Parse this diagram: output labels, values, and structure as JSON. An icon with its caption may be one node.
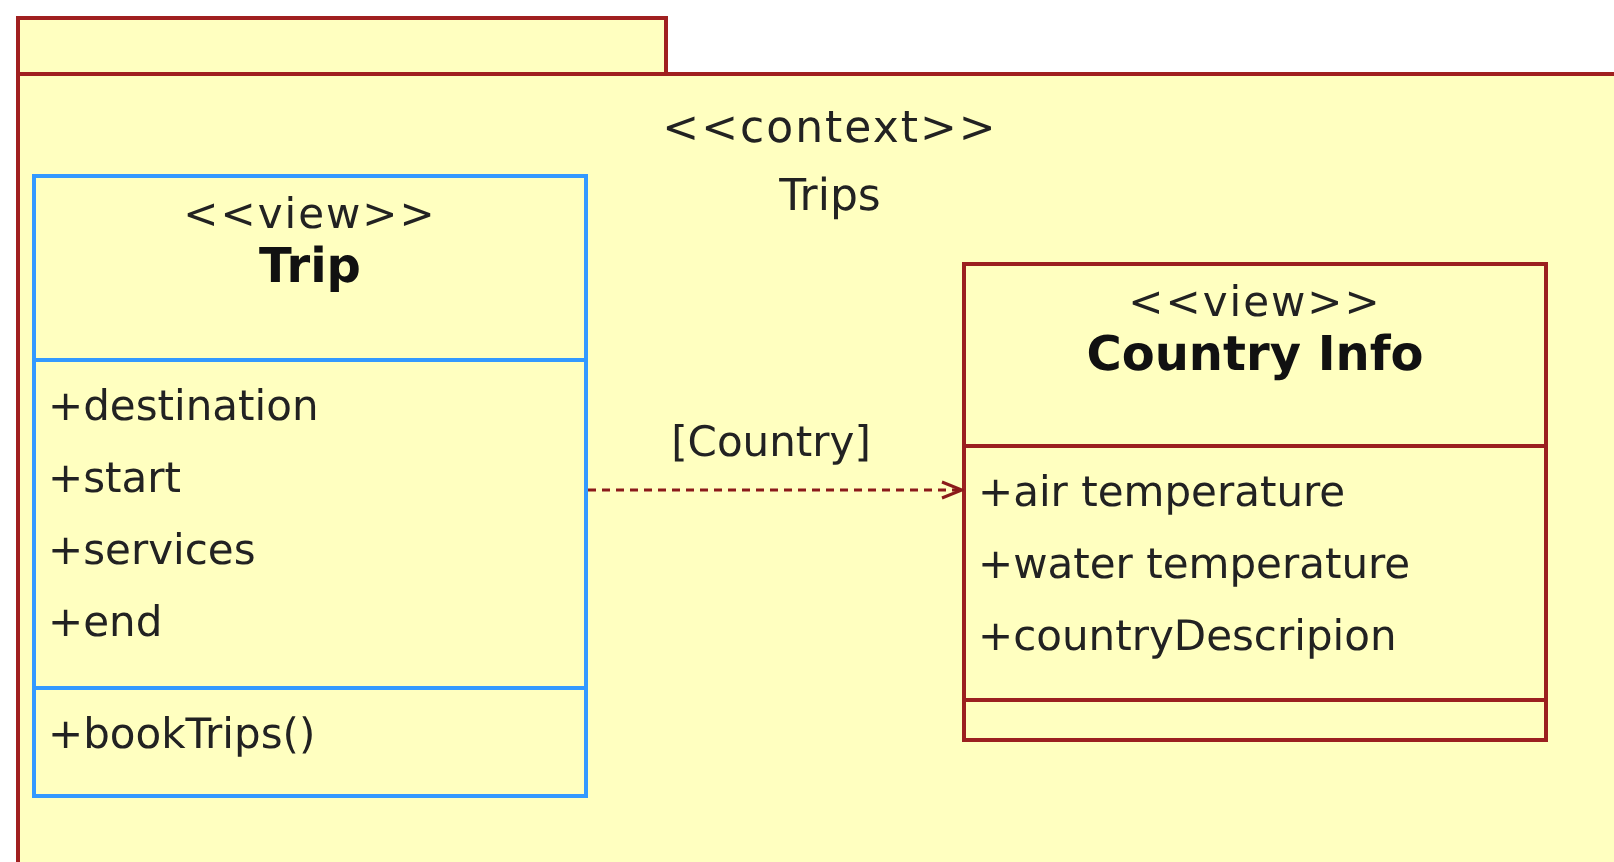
{
  "diagram": {
    "nodes": [
      {
        "text": [
          "<<context>>",
          "Trips"
        ]
      },
      {
        "text": [
          "<<view>>",
          "Trip",
          "+destination",
          "+start",
          "+services",
          "+end",
          "+bookTrips()"
        ],
        "in": 0
      },
      {
        "text": [
          "<<view>>",
          "Country Info",
          "+air temperature",
          "+water temperature",
          "+countryDescripion"
        ],
        "in": 0
      }
    ],
    "edges": [
      {
        "from": 1,
        "to": 2,
        "arrow": "to",
        "label": "[Country]",
        "style": "dashed",
        "color": "#8b1a1a"
      }
    ]
  }
}
